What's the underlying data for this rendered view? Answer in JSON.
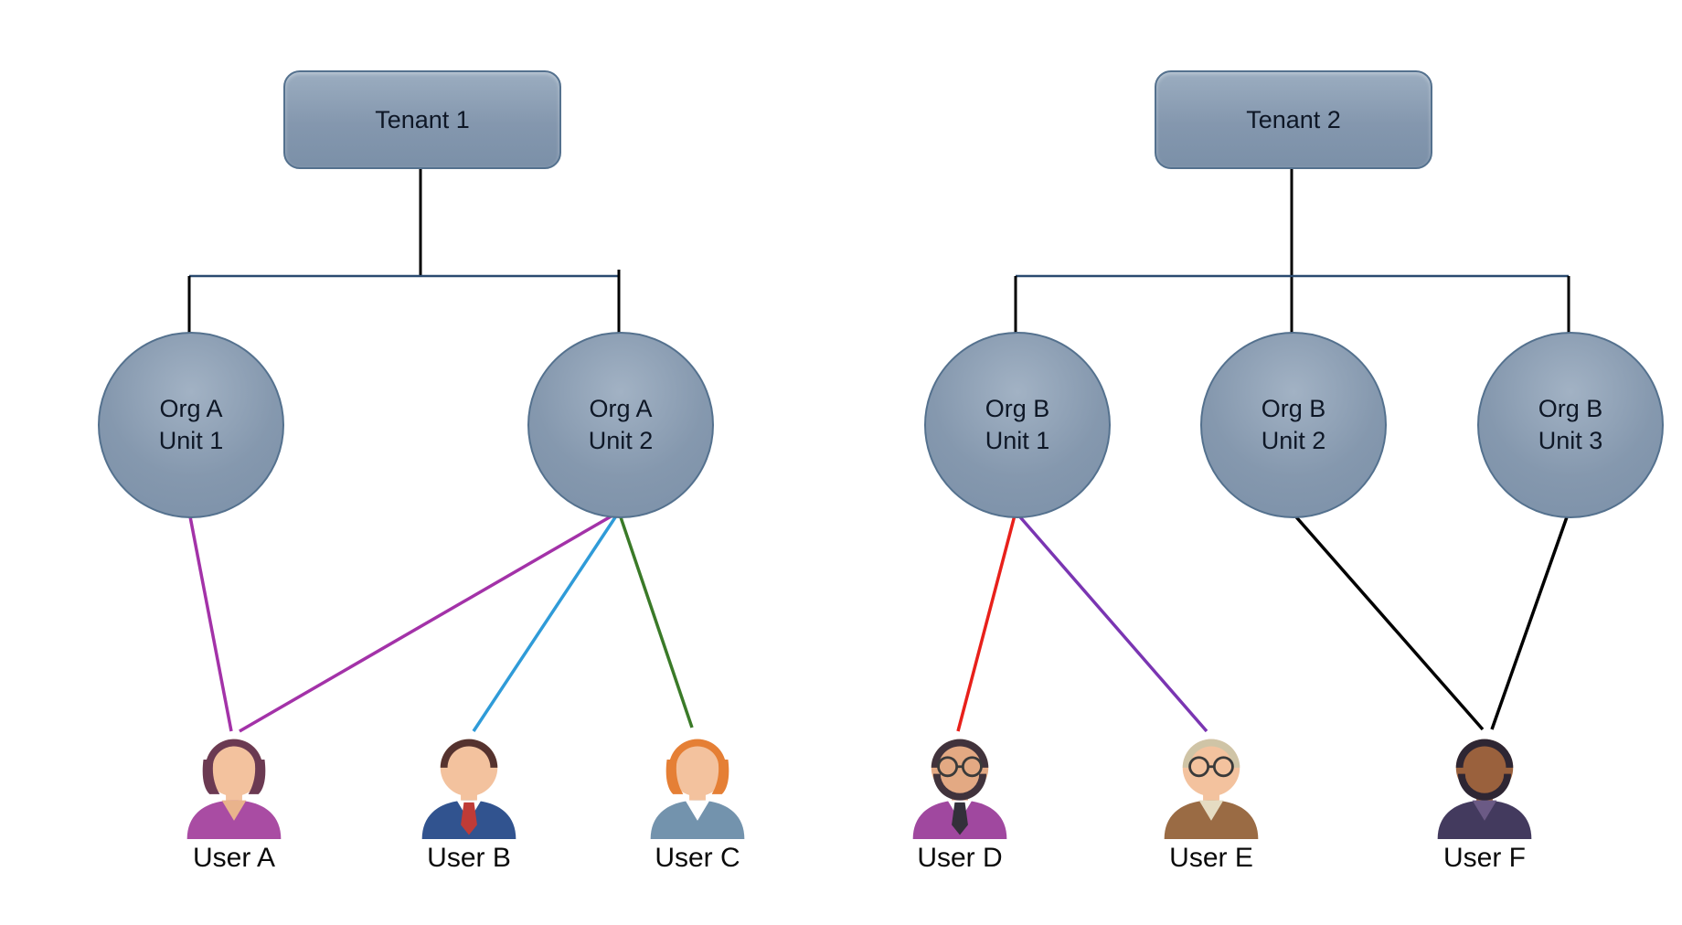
{
  "tenants": [
    {
      "label": "Tenant 1"
    },
    {
      "label": "Tenant 2"
    }
  ],
  "org_units": [
    {
      "label": "Org A\nUnit 1"
    },
    {
      "label": "Org A\nUnit 2"
    },
    {
      "label": "Org B\nUnit 1"
    },
    {
      "label": "Org B\nUnit 2"
    },
    {
      "label": "Org B\nUnit 3"
    }
  ],
  "users": [
    {
      "label": "User A",
      "avatar": {
        "skin": "#f3c29e",
        "hair": "#6b3a52",
        "shirt": "#a94ca3",
        "accent": "#e9b38c",
        "hair_long": true
      }
    },
    {
      "label": "User B",
      "avatar": {
        "skin": "#f3c29e",
        "hair": "#55322e",
        "shirt": "#31538f",
        "accent": "#ffffff",
        "tie": "#bf3b37"
      }
    },
    {
      "label": "User C",
      "avatar": {
        "skin": "#f3c29e",
        "hair": "#e57f35",
        "shirt": "#7393ad",
        "accent": "#ffffff",
        "hair_long": true
      }
    },
    {
      "label": "User D",
      "avatar": {
        "skin": "#e3a983",
        "hair": "#41333c",
        "shirt": "#a0489f",
        "accent": "#ffffff",
        "tie": "#33303a",
        "beard": true,
        "glasses": true
      }
    },
    {
      "label": "User E",
      "avatar": {
        "skin": "#f3c29e",
        "hair": "#cfc4a6",
        "shirt": "#9a6b44",
        "accent": "#e5dcc2",
        "glasses": true
      }
    },
    {
      "label": "User F",
      "avatar": {
        "skin": "#9a613d",
        "hair": "#2e2633",
        "shirt": "#433a5e",
        "accent": "#6b5a85",
        "beard": true
      }
    }
  ],
  "links": [
    {
      "from": "Org A Unit 1",
      "to": "User A",
      "color": "#a332a8"
    },
    {
      "from": "Org A Unit 2",
      "to": "User A",
      "color": "#a332a8"
    },
    {
      "from": "Org A Unit 2",
      "to": "User B",
      "color": "#2f9bd8"
    },
    {
      "from": "Org A Unit 2",
      "to": "User C",
      "color": "#3a7a28"
    },
    {
      "from": "Org B Unit 1",
      "to": "User D",
      "color": "#e8201a"
    },
    {
      "from": "Org B Unit 1",
      "to": "User E",
      "color": "#7a35b2"
    },
    {
      "from": "Org B Unit 2",
      "to": "User F",
      "color": "#000000"
    },
    {
      "from": "Org B Unit 3",
      "to": "User F",
      "color": "#000000"
    }
  ],
  "colors": {
    "node_fill_top": "#9badc0",
    "node_fill_bottom": "#7b90a8",
    "node_border": "#54718e",
    "tree_trunk": "#000000",
    "tree_bar": "#2a4a70"
  }
}
